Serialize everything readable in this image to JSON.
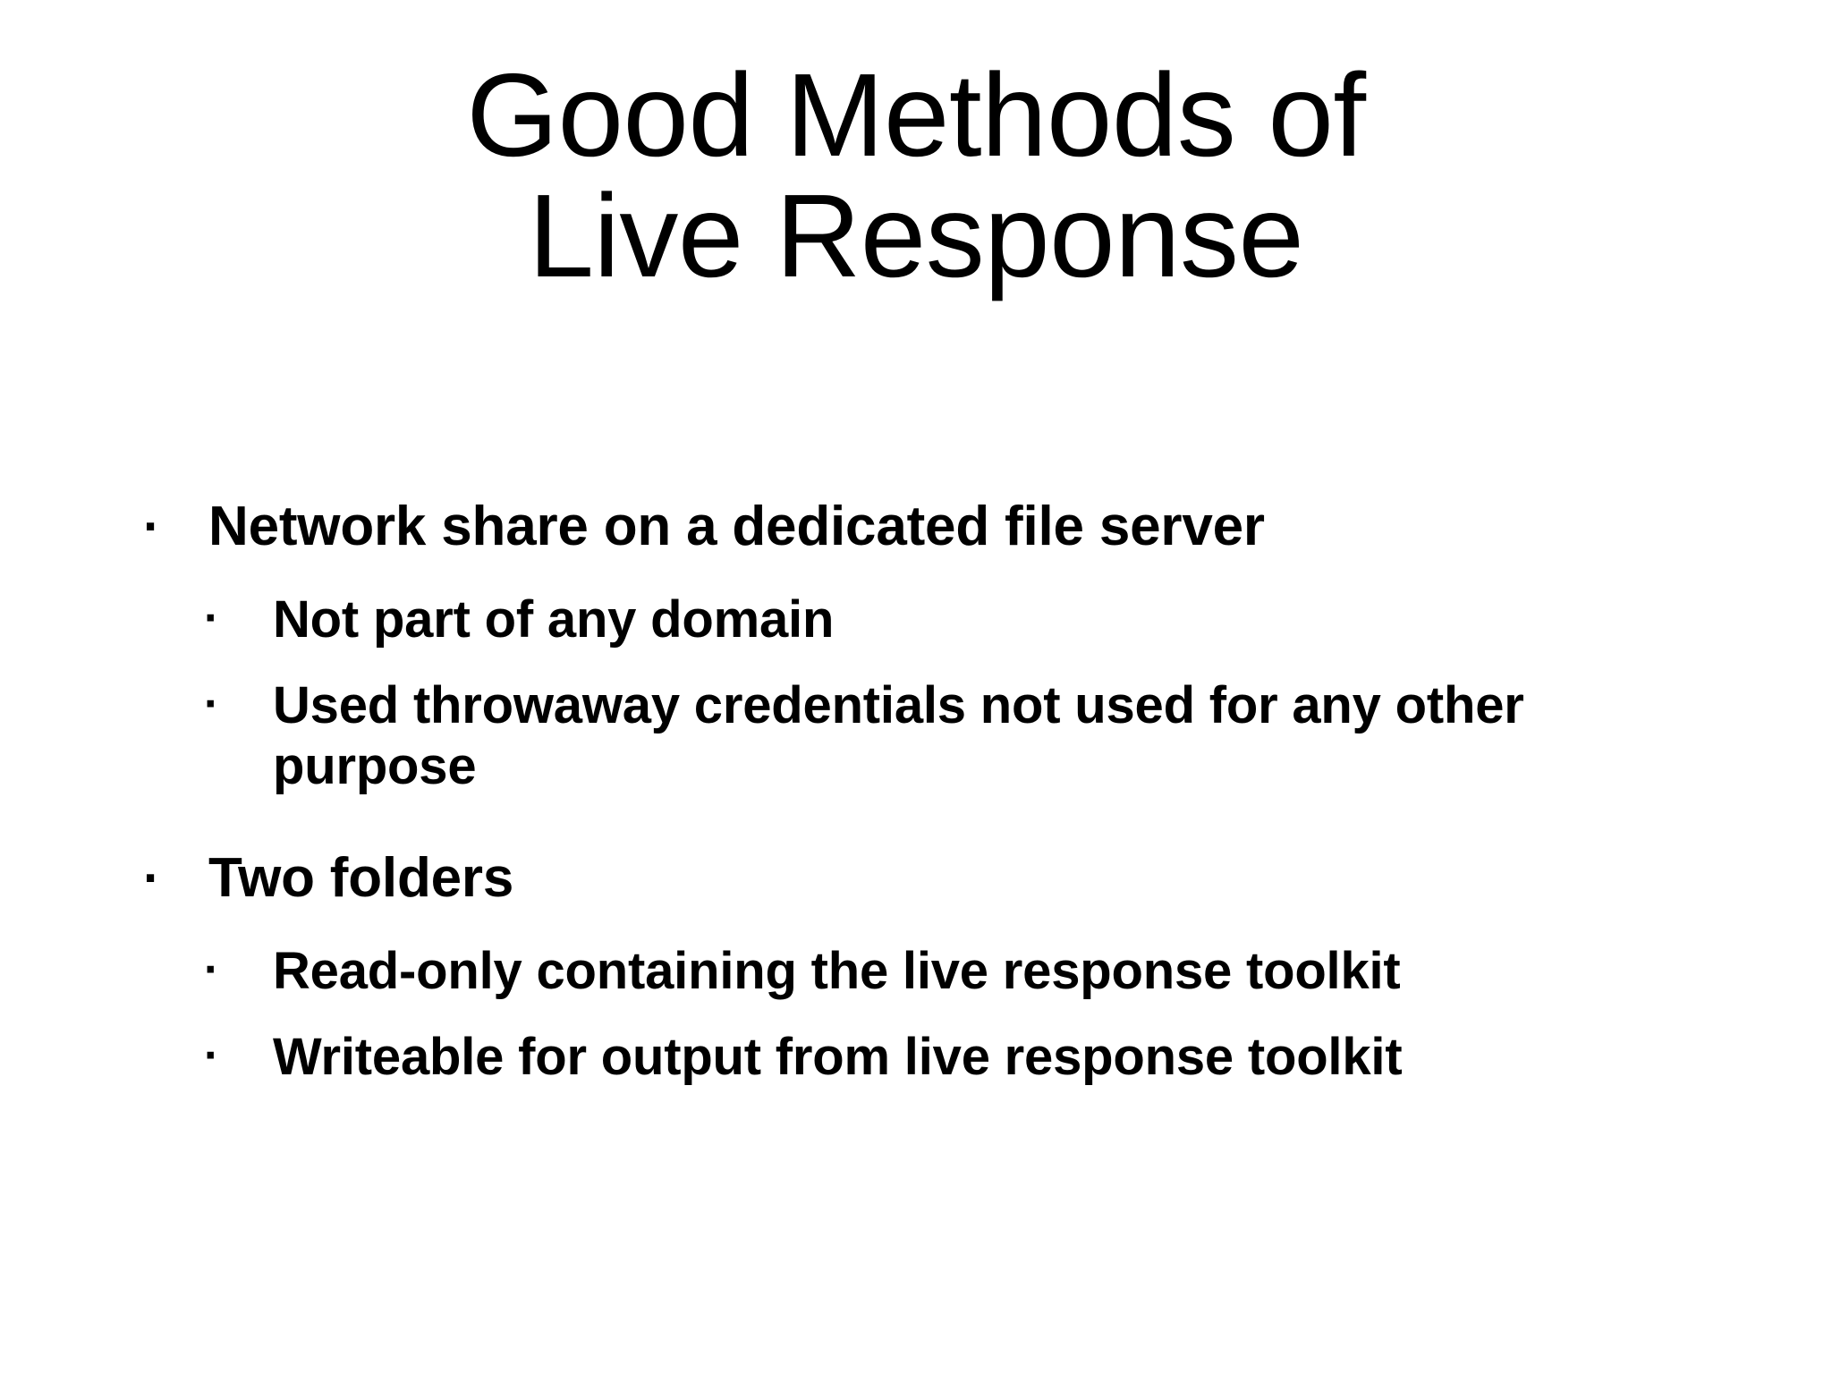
{
  "slide": {
    "background_color": "#ffffff",
    "text_color": "#000000",
    "title": {
      "line1": "Good Methods of",
      "line2": "Live Response"
    },
    "bullet_marker": "·",
    "content": [
      {
        "level": 1,
        "text": "Network share on a dedicated file server"
      },
      {
        "level": 2,
        "text": "Not part of any domain"
      },
      {
        "level": 2,
        "text": "Used throwaway credentials not used for any other purpose"
      },
      {
        "level": 1,
        "text": "Two folders"
      },
      {
        "level": 2,
        "text": "Read-only containing the live response toolkit"
      },
      {
        "level": 2,
        "text": "Writeable for output from live response toolkit"
      }
    ]
  }
}
